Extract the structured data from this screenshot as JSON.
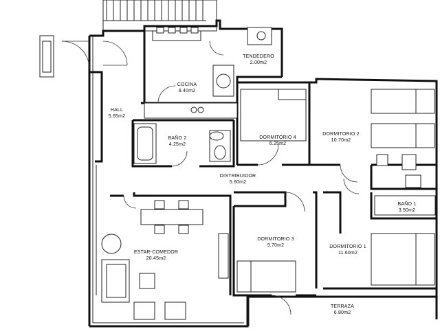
{
  "rooms": {
    "tendedero": {
      "name": "TENDEDERO",
      "area": "2.00m2"
    },
    "cocina": {
      "name": "COCINA",
      "area": "9.40m2"
    },
    "hall": {
      "name": "HALL",
      "area": "5.65m2"
    },
    "bano2": {
      "name": "BAÑO  2",
      "area": "4.25m2"
    },
    "dormitorio4": {
      "name": "DORMITORIO  4",
      "area": "6.25m2"
    },
    "dormitorio2": {
      "name": "DORMITORIO  2",
      "area": "10.70m2"
    },
    "distribuidor": {
      "name": "DISTRIBUIDOR",
      "area": "5.60m2"
    },
    "bano1": {
      "name": "BAÑO  1",
      "area": "3.50m2"
    },
    "estar": {
      "name": "ESTAR-COMEDOR",
      "area": "20.45m2"
    },
    "dormitorio3": {
      "name": "DORMITORIO  3",
      "area": "9.70m2"
    },
    "dormitorio1": {
      "name": "DORMITORIO  1",
      "area": "11.60m2"
    },
    "terraza": {
      "name": "TERRAZA",
      "area": "6.80m2"
    }
  }
}
